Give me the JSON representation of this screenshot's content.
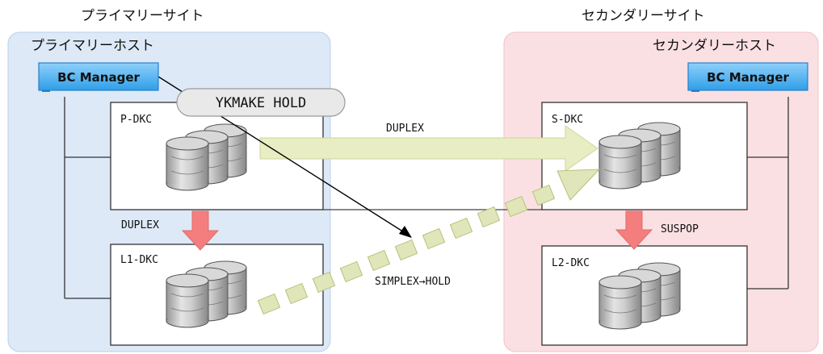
{
  "primary": {
    "site_label": "プライマリーサイト",
    "host_label": "プライマリーホスト",
    "bc_manager": "BC Manager",
    "pdkc": "P-DKC",
    "l1dkc": "L1-DKC"
  },
  "secondary": {
    "site_label": "セカンダリーサイト",
    "host_label": "セカンダリーホスト",
    "bc_manager": "BC Manager",
    "sdkc": "S-DKC",
    "l2dkc": "L2-DKC"
  },
  "command": "YKMAKE HOLD",
  "pairs": {
    "p_to_s": "DUPLEX",
    "p_to_l1": "DUPLEX",
    "s_to_l2": "SUSPOP",
    "l1_to_s": "SIMPLEX→HOLD"
  },
  "colors": {
    "primary_site_bg": "#dde9f7",
    "secondary_site_bg": "#fbe0e3",
    "duplex_arrow": "#e8edc4",
    "hold_arrow": "#e0e6ba",
    "local_arrow": "#f47e7e",
    "bc_manager_bg": "#4aaef2"
  }
}
